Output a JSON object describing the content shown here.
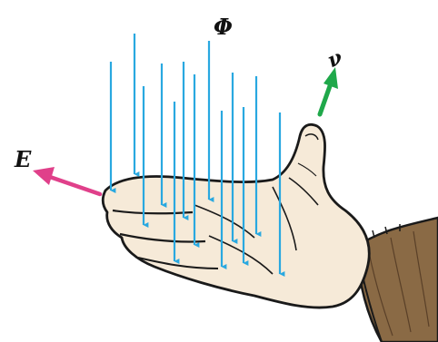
{
  "labels": {
    "phi": "Φ",
    "e": "E",
    "v": "ν"
  },
  "colors": {
    "flux_arrow": "#29a8e0",
    "e_arrow": "#e0408a",
    "v_arrow": "#1fa84a",
    "skin": "#f6ead8",
    "sleeve": "#8a6a45",
    "outline": "#1a1a1a"
  },
  "icons": {
    "hand": "open-right-hand-icon",
    "sleeve": "sleeve-cuff-icon"
  }
}
